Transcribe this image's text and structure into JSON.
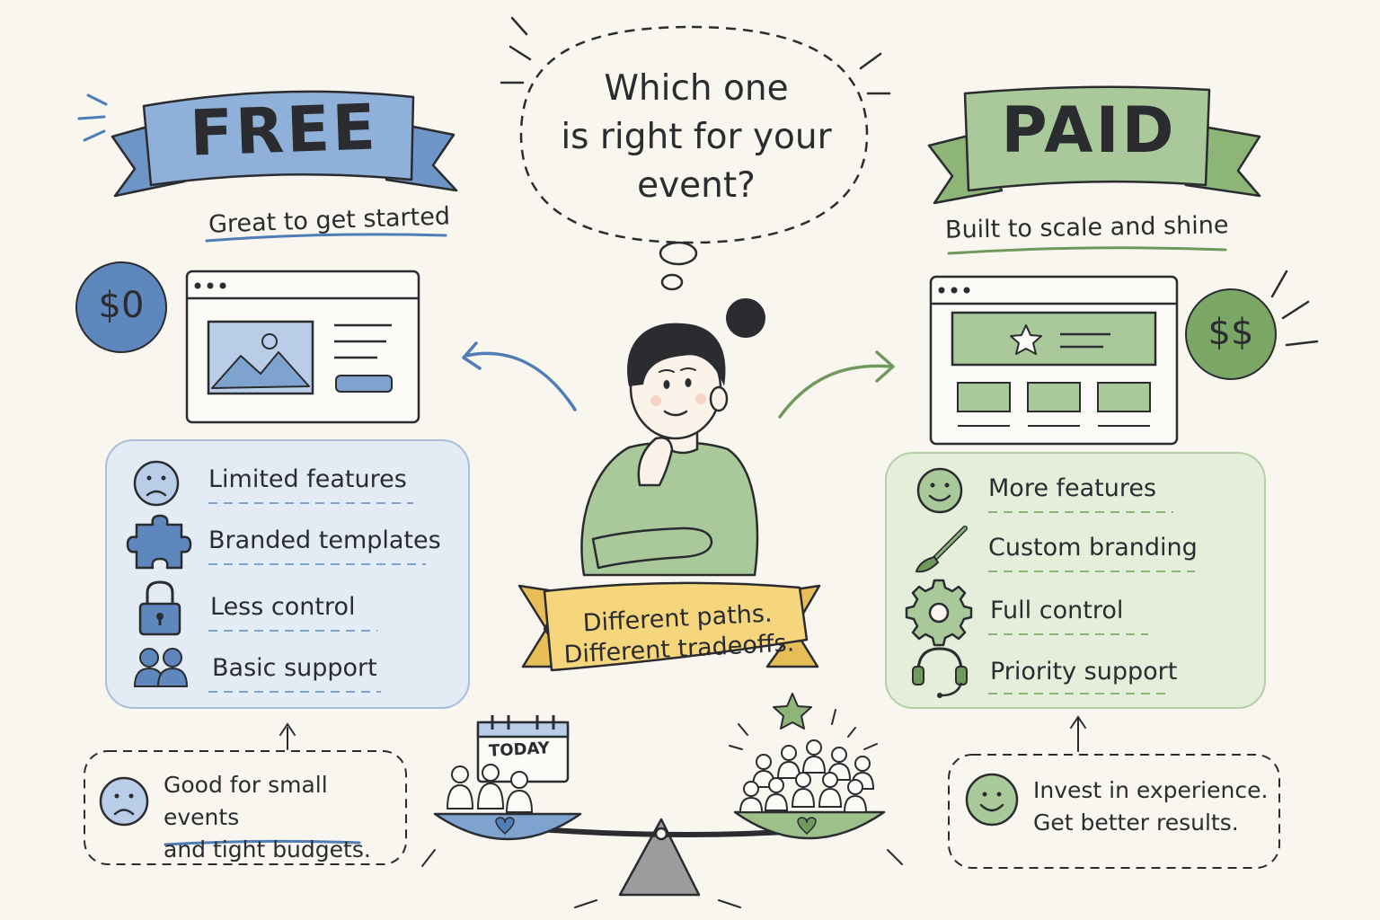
{
  "question": {
    "line1": "Which one",
    "line2": "is right for your",
    "line3": "event?"
  },
  "free": {
    "title": "FREE",
    "tagline": "Great to get started",
    "price": "$0",
    "features": [
      {
        "icon": "sad-face-icon",
        "label": "Limited features"
      },
      {
        "icon": "puzzle-piece-icon",
        "label": "Branded templates"
      },
      {
        "icon": "padlock-icon",
        "label": "Less control"
      },
      {
        "icon": "people-icon",
        "label": "Basic support"
      }
    ],
    "note_line1": "Good for small events",
    "note_line2": "and tight budgets."
  },
  "paid": {
    "title": "PAID",
    "tagline": "Built to scale and shine",
    "price": "$$",
    "features": [
      {
        "icon": "smile-face-icon",
        "label": "More features"
      },
      {
        "icon": "paintbrush-icon",
        "label": "Custom branding"
      },
      {
        "icon": "gear-icon",
        "label": "Full control"
      },
      {
        "icon": "headset-icon",
        "label": "Priority support"
      }
    ],
    "note_line1": "Invest in experience.",
    "note_line2": "Get better results."
  },
  "banner": {
    "line1": "Different paths.",
    "line2": "Different tradeoffs."
  },
  "calendar_label": "TODAY",
  "colors": {
    "free_blue": "#7fa3cf",
    "free_blue_dark": "#4f7db5",
    "free_panel": "#e3ebf5",
    "paid_green": "#9dc08a",
    "paid_green_dark": "#6f9a5c",
    "paid_panel": "#e4eedb",
    "banner_yellow": "#f6d67c",
    "ink": "#2a2c30",
    "paper": "#f8f6ef"
  }
}
